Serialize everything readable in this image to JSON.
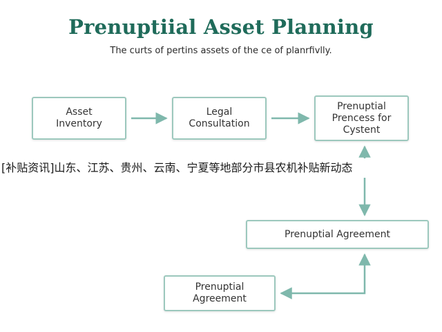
{
  "diagram": {
    "title": "Prenuptiial Asset Planning",
    "subtitle": "The curts of pertins assets of the ce of planrfivlly.",
    "nodes": {
      "asset_inventory": "Asset\nInventory",
      "legal_consultation": "Legal\nConsultation",
      "prenuptial_process": "Prenuptial\nPrencess for\nCystent",
      "prenuptial_agreement_mid": "Prenuptial Agreement",
      "prenuptial_agreement_bottom": "Prenuptial\nAgreement"
    },
    "colors": {
      "title": "#1f6b5a",
      "box_border": "#9cc8bd",
      "arrow": "#7fb8ac"
    }
  },
  "overlay": {
    "text": "[补贴资讯]山东、江苏、贵州、云南、宁夏等地部分市县农机补贴新动态"
  }
}
